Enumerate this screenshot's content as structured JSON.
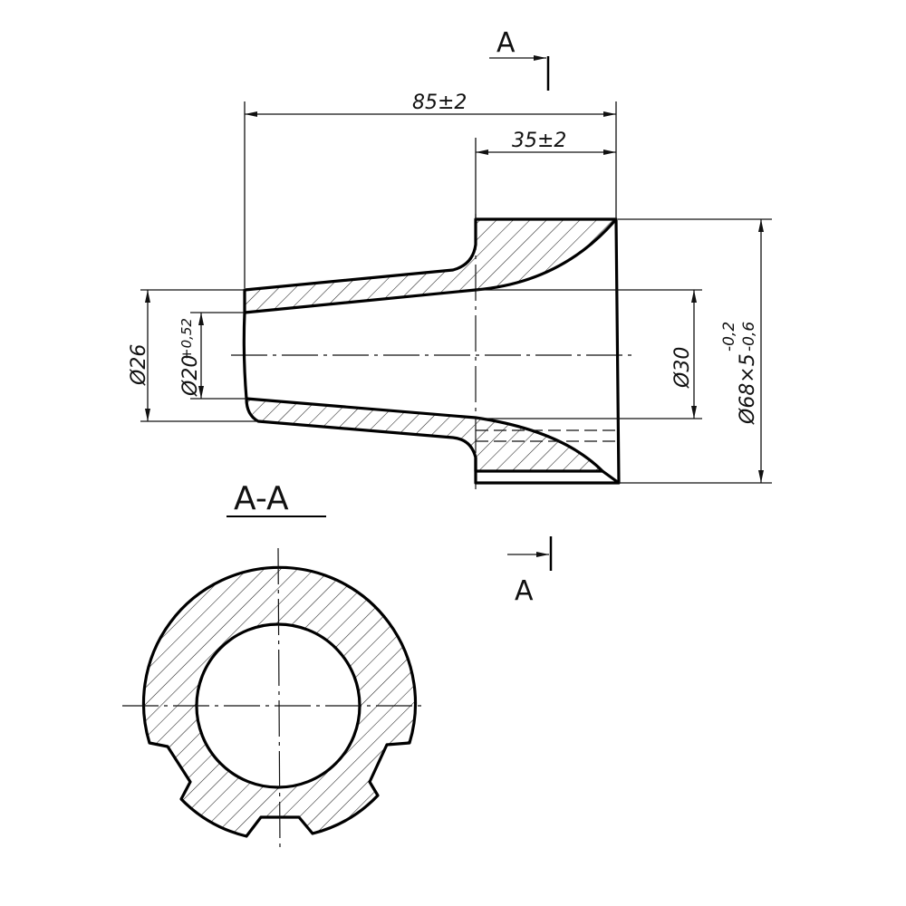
{
  "drawing": {
    "section_marker_top": "A",
    "section_marker_bottom": "A",
    "section_title": "A-A",
    "dim_overall_length": "85±2",
    "dim_flange_length": "35±2",
    "dim_outer_left": "Ø26",
    "dim_bore_left": "Ø20",
    "dim_bore_left_tol": "+0,52",
    "dim_bore_right": "Ø30",
    "dim_flange_diameter": "Ø68×5",
    "dim_flange_tol_upper": "-0,2",
    "dim_flange_tol_lower": "-0,6"
  }
}
